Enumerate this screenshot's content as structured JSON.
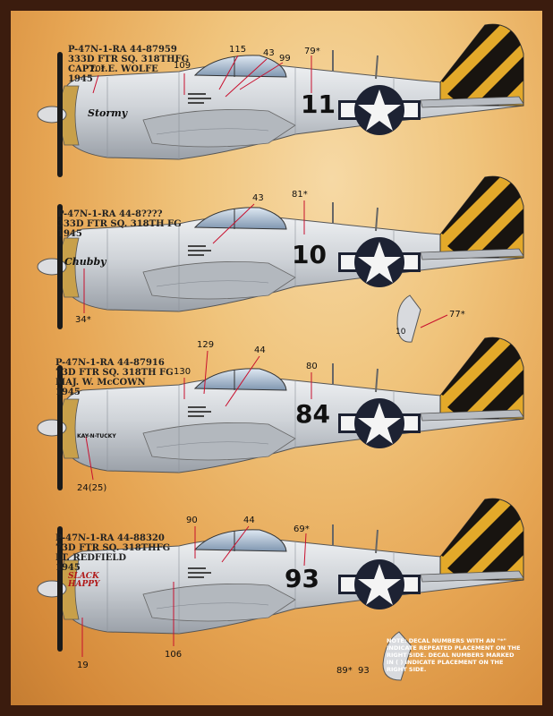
{
  "aircraft": [
    {
      "caption": [
        "P-47N-1-RA 44-87959",
        "333D FTR SQ. 318THFG",
        "CAPT. I.E. WOLFE",
        "1945"
      ],
      "fuselage_number": "11",
      "nose_art": "Stormy",
      "callouts": [
        "20*",
        "109",
        "115",
        "43",
        "99",
        "79*"
      ]
    },
    {
      "caption": [
        "P-47N-1-RA 44-8????",
        "333D FTR SQ. 318TH FG",
        "1945"
      ],
      "fuselage_number": "10",
      "nose_art": "Chubby",
      "callouts": [
        "43",
        "81*",
        "34*",
        "77*",
        "10"
      ]
    },
    {
      "caption": [
        "P-47N-1-RA 44-87916",
        "73D FTR SQ. 318TH FG",
        "MAJ. W. McCOWN",
        "1945"
      ],
      "fuselage_number": "84",
      "nose_art": "KAY-N-TUCKY",
      "callouts": [
        "129",
        "44",
        "80",
        "130",
        "24(25)"
      ]
    },
    {
      "caption": [
        "P-47N-1-RA 44-88320",
        "73D FTR SQ. 318THFG",
        "LT. REDFIELD",
        "1945"
      ],
      "fuselage_number": "93",
      "nose_art": "SLACK HAPPY",
      "callouts": [
        "90",
        "44",
        "69*",
        "106",
        "19",
        "89*",
        "93"
      ]
    }
  ],
  "note": "NOTE: DECAL NUMBERS WITH AN \"*\" INDICATE REPEATED PLACEMENT ON THE RIGHT SIDE. DECAL NUMBERS MARKED IN ( ) INDICATE PLACEMENT ON THE RIGHT SIDE.",
  "colors": {
    "aluminum": "#c9cdd2",
    "tail_yellow": "#e3a92a",
    "insignia_blue": "#1d2233",
    "border": "#3b1c0e"
  }
}
